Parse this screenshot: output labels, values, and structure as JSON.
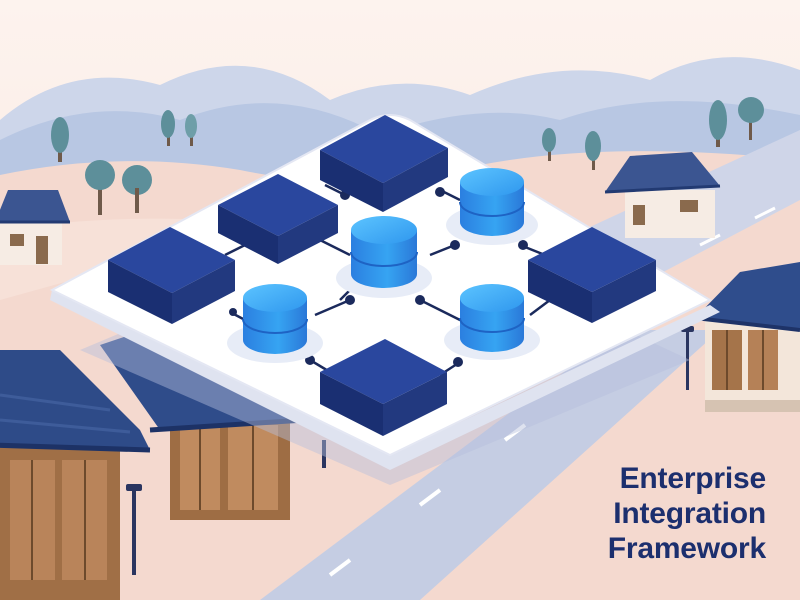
{
  "title": {
    "lines": [
      "Enterprise",
      "Integration",
      "Framework"
    ]
  },
  "colors": {
    "background": "#fbeee6",
    "hills_far": "#c9d3e8",
    "hills_mid": "#aebfdf",
    "ground": "#f6dcd2",
    "road": "#c6cde3",
    "platform": "#ffffff",
    "server_block": "#1f3b8f",
    "database": "#2f8fe8",
    "connector": "#1b2a5c",
    "roof": "#2d4a86",
    "wood": "#9b6a3f",
    "title_text": "#1c2f6e"
  },
  "icons": [
    "server-block-icon",
    "database-icon",
    "tree-icon",
    "street-lamp-icon",
    "hanok-house-icon"
  ]
}
